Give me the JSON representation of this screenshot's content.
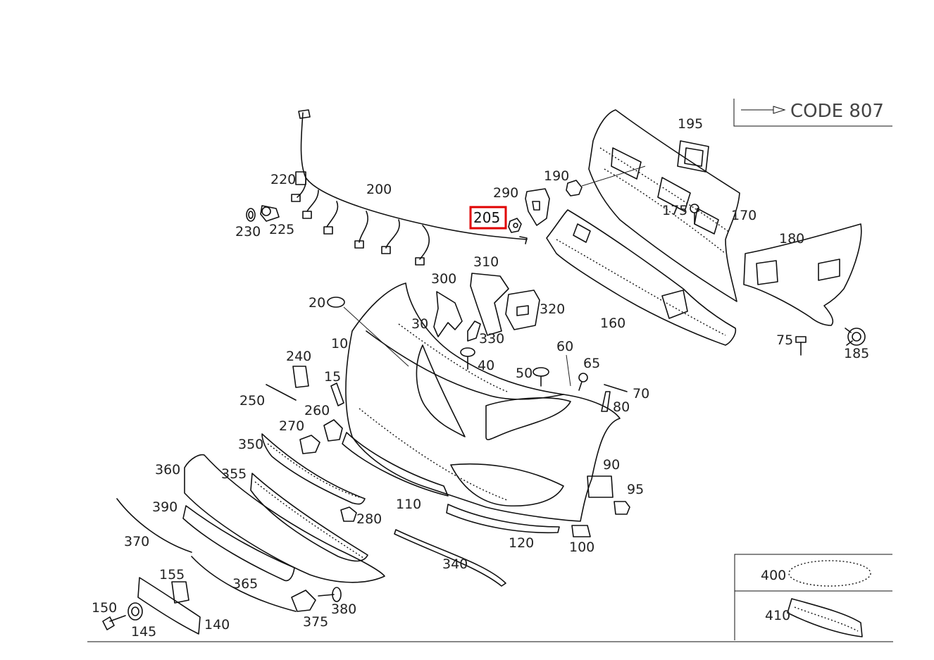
{
  "code_box": {
    "label": "CODE 807"
  },
  "highlighted_part": "205",
  "parts": [
    "195",
    "190",
    "170",
    "175",
    "290",
    "180",
    "220",
    "200",
    "230",
    "225",
    "205",
    "310",
    "300",
    "320",
    "160",
    "20",
    "30",
    "10",
    "330",
    "75",
    "185",
    "240",
    "60",
    "65",
    "40",
    "15",
    "50",
    "70",
    "250",
    "260",
    "80",
    "270",
    "350",
    "90",
    "360",
    "355",
    "95",
    "390",
    "280",
    "110",
    "370",
    "120",
    "100",
    "340",
    "155",
    "365",
    "150",
    "380",
    "145",
    "140",
    "375",
    "400",
    "410"
  ]
}
